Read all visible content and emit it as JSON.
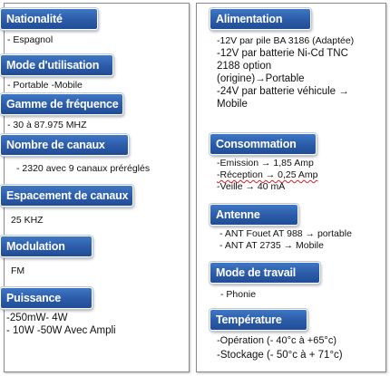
{
  "left": [
    {
      "title": "Nationalité",
      "lines": [
        "- Espagnol"
      ]
    },
    {
      "title": "Mode d'utilisation",
      "lines": [
        "- Portable  -Mobile"
      ]
    },
    {
      "title": "Gamme de fréquence",
      "lines": [
        "- 30 à 87.975 MHZ"
      ]
    },
    {
      "title": "Nombre de canaux",
      "lines": [
        "- 2320 avec 9 canaux préréglés"
      ]
    },
    {
      "title": "Espacement de canaux",
      "lines": [
        "25 KHZ"
      ]
    },
    {
      "title": "Modulation",
      "lines": [
        "FM"
      ]
    },
    {
      "title": "Puissance",
      "lines": [
        "-250mW- 4W",
        "- 10W -50W Avec Ampli"
      ]
    }
  ],
  "right": [
    {
      "title": "Alimentation",
      "lines": [
        "-12V par pile BA 3186 (Adaptée)",
        "-12V par batterie Ni-Cd TNC",
        "2188  option",
        "(origine)→Portable",
        "-24V par  batterie véhicule  →",
        "Mobile"
      ]
    },
    {
      "title": "Consommation",
      "lines": [
        "-Emission   →  1,85 Amp",
        "-Réception  →  0,25 Amp",
        "-Veille      →     40 mA"
      ]
    },
    {
      "title": "Antenne",
      "lines": [
        "- ANT Fouet AT 988 → portable",
        "- ANT AT 2735 → Mobile"
      ]
    },
    {
      "title": "Mode de travail",
      "lines": [
        "- Phonie"
      ]
    },
    {
      "title": "Température",
      "lines": [
        "-Opération  (- 40°c à +65°c)",
        "-Stockage   (- 50°c à + 71°c)"
      ]
    }
  ]
}
